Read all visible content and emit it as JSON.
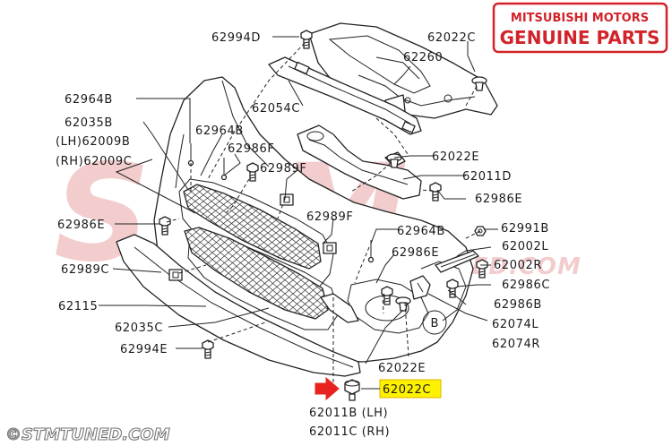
{
  "brand": {
    "line1": "MITSUBISHI MOTORS",
    "line2": "GENUINE PARTS",
    "color": "#d2232a"
  },
  "watermark": {
    "large": "STM",
    "url": "WWW.STMTUNED.COM",
    "color": "#cc2027"
  },
  "footer": {
    "copyright": "©STMTUNED.COM"
  },
  "labels": {
    "p62994D": "62994D",
    "p62022C_top": "62022C",
    "p62260": "62260",
    "p62054C": "62054C",
    "p62964B_1": "62964B",
    "p62035B": "62035B",
    "p62009B": "(LH)62009B",
    "p62009C": "(RH)62009C",
    "p62964B_2": "62964B",
    "p62986F": "62986F",
    "p62989F_1": "62989F",
    "p62022E_1": "62022E",
    "p62011D": "62011D",
    "p62986E_1": "62986E",
    "p62986E_2": "62986E",
    "p62989F_2": "62989F",
    "p62964B_3": "62964B",
    "p62991B": "62991B",
    "p62002L": "62002L",
    "p62002R": "62002R",
    "p62986E_3": "62986E",
    "p62989C": "62989C",
    "p62986C": "62986C",
    "p62115": "62115",
    "p62986B": "62986B",
    "p62035C": "62035C",
    "p62074L": "62074L",
    "p62074R": "62074R",
    "p62994E": "62994E",
    "p62022E_2": "62022E",
    "p62022C_hl": "62022C",
    "p62011B": "62011B (LH)",
    "p62011C": "62011C (RH)",
    "circleB": "B"
  },
  "highlight": {
    "fill": "#fff200",
    "stroke": "#e0b000",
    "arrow_color": "#e8231f"
  },
  "icons": [
    "bolt-icon",
    "clip-icon",
    "nut-icon",
    "highlight-arrow-icon"
  ]
}
